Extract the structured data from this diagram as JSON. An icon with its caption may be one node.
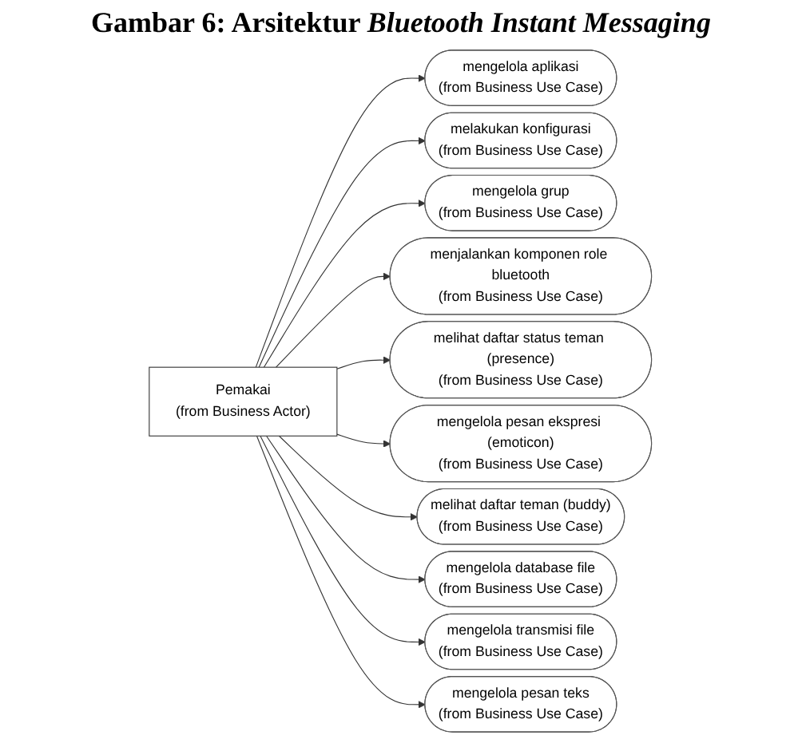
{
  "diagram": {
    "title": "Gambar 6: Arsitektur *Bluetooth Instant Messaging*",
    "nodes": [
      {
        "text": [
          "Pemakai",
          "(from Business Actor)"
        ]
      },
      {
        "text": [
          "mengelola aplikasi",
          "(from Business Use Case)"
        ]
      },
      {
        "text": [
          "melakukan konfigurasi",
          "(from Business Use Case)"
        ]
      },
      {
        "text": [
          "mengelola grup",
          "(from Business Use Case)"
        ]
      },
      {
        "text": [
          "menjalankan komponen role bluetooth",
          "(from Business Use Case)"
        ]
      },
      {
        "text": [
          "melihat daftar status teman (presence)",
          "(from Business Use Case)"
        ]
      },
      {
        "text": [
          "mengelola pesan ekspresi (emoticon)",
          "(from Business Use Case)"
        ]
      },
      {
        "text": [
          "melihat daftar teman (buddy)",
          "(from Business Use Case)"
        ]
      },
      {
        "text": [
          "mengelola database file",
          "(from Business Use Case)"
        ]
      },
      {
        "text": [
          "mengelola transmisi file",
          "(from Business Use Case)"
        ]
      },
      {
        "text": [
          "mengelola pesan teks",
          "(from Business Use Case)"
        ]
      }
    ],
    "edges": [
      {
        "from": 0,
        "to": 1,
        "arrow": "to"
      },
      {
        "from": 0,
        "to": 2,
        "arrow": "to"
      },
      {
        "from": 0,
        "to": 3,
        "arrow": "to"
      },
      {
        "from": 0,
        "to": 4,
        "arrow": "to"
      },
      {
        "from": 0,
        "to": 5,
        "arrow": "to"
      },
      {
        "from": 0,
        "to": 6,
        "arrow": "to"
      },
      {
        "from": 0,
        "to": 7,
        "arrow": "to"
      },
      {
        "from": 0,
        "to": 8,
        "arrow": "to"
      },
      {
        "from": 0,
        "to": 9,
        "arrow": "to"
      },
      {
        "from": 0,
        "to": 10,
        "arrow": "to"
      }
    ]
  }
}
